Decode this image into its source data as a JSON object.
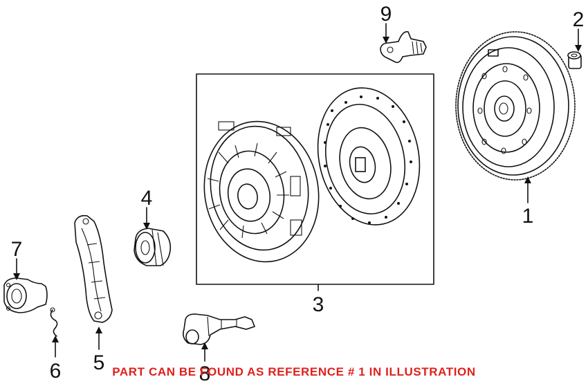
{
  "callouts": {
    "c1": "1",
    "c2": "2",
    "c3": "3",
    "c4": "4",
    "c5": "5",
    "c6": "6",
    "c7": "7",
    "c8": "8",
    "c9": "9"
  },
  "footer": {
    "note": "PART CAN BE FOUND AS REFERENCE # 1 IN ILLUSTRATION"
  },
  "colors": {
    "note": "#e0201c",
    "ink": "#111111"
  }
}
